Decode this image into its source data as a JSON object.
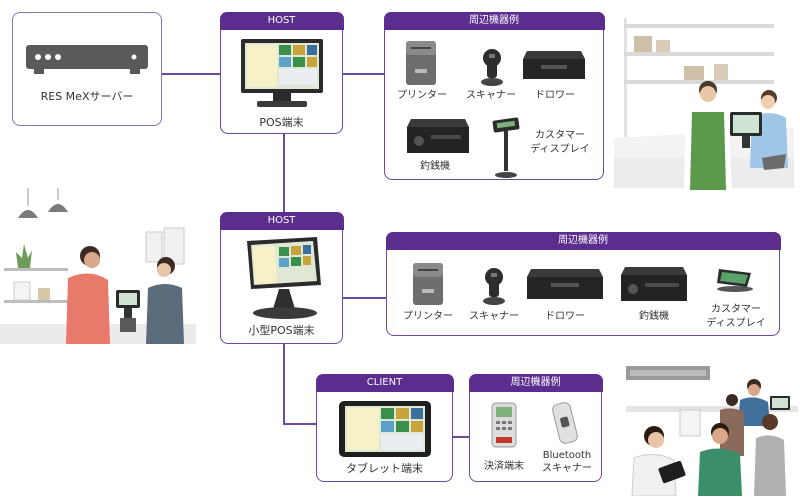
{
  "server": {
    "label": "RES MeXサーバー"
  },
  "host1": {
    "header": "HOST",
    "device_label": "POS端末"
  },
  "peripherals1": {
    "header": "周辺機器例",
    "items": [
      "プリンター",
      "スキャナー",
      "ドロワー",
      "釣銭機",
      "カスタマー\nディスプレイ"
    ]
  },
  "host2": {
    "header": "HOST",
    "device_label": "小型POS端末"
  },
  "peripherals2": {
    "header": "周辺機器例",
    "items": [
      "プリンター",
      "スキャナー",
      "ドロワー",
      "釣銭機",
      "カスタマー\nディスプレイ"
    ]
  },
  "client": {
    "header": "CLIENT",
    "device_label": "タブレット端末"
  },
  "peripherals3": {
    "header": "周辺機器例",
    "items": [
      "決済端末",
      "Bluetooth\nスキャナー"
    ]
  },
  "colors": {
    "accent": "#5b2d8e",
    "border": "#6b4aa0"
  },
  "icons": [
    "server-icon",
    "pos-terminal-icon",
    "printer-icon",
    "scanner-icon",
    "drawer-icon",
    "coin-changer-icon",
    "customer-display-icon",
    "tablet-icon",
    "payment-terminal-icon",
    "bluetooth-scanner-icon"
  ]
}
